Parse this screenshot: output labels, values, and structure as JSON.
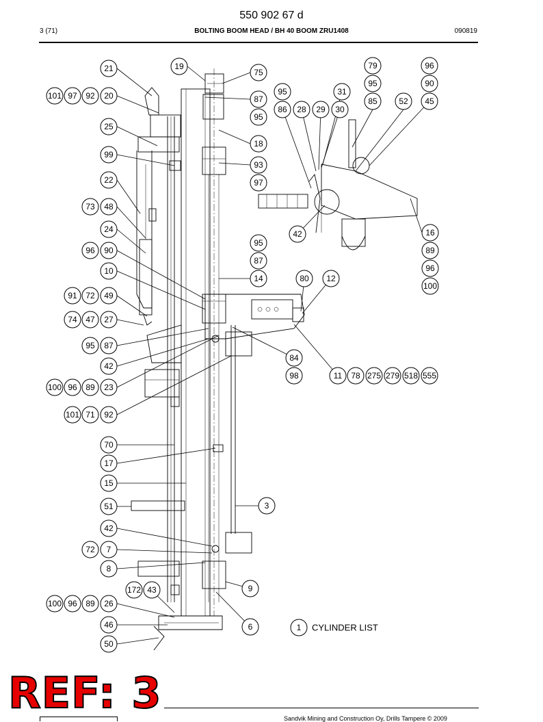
{
  "header": {
    "doc_number": "550 902 67 d",
    "page": "3 (71)",
    "title": "BOLTING BOOM HEAD / BH 40 BOOM ZRU1408",
    "date": "090819"
  },
  "drawing": {
    "callouts": [
      [
        "21",
        "19",
        "75"
      ],
      [
        "101",
        "97",
        "92",
        "20"
      ],
      [
        "87",
        "95"
      ],
      [
        "25"
      ],
      [
        "18"
      ],
      [
        "99"
      ],
      [
        "93",
        "97"
      ],
      [
        "22"
      ],
      [
        "73",
        "48"
      ],
      [
        "24"
      ],
      [
        "96",
        "90"
      ],
      [
        "95",
        "87"
      ],
      [
        "10"
      ],
      [
        "14"
      ],
      [
        "91",
        "72",
        "49"
      ],
      [
        "74",
        "47",
        "27"
      ],
      [
        "95",
        "87"
      ],
      [
        "42"
      ],
      [
        "100",
        "96",
        "89",
        "23"
      ],
      [
        "101",
        "71",
        "92"
      ],
      [
        "70"
      ],
      [
        "17"
      ],
      [
        "15"
      ],
      [
        "51"
      ],
      [
        "3"
      ],
      [
        "42"
      ],
      [
        "72",
        "7"
      ],
      [
        "8"
      ],
      [
        "172",
        "43"
      ],
      [
        "9"
      ],
      [
        "100",
        "96",
        "89",
        "26"
      ],
      [
        "46"
      ],
      [
        "6"
      ],
      [
        "50"
      ],
      [
        "79",
        "96"
      ],
      [
        "95",
        "90"
      ],
      [
        "95",
        "31"
      ],
      [
        "85",
        "52",
        "45"
      ],
      [
        "86",
        "28",
        "29",
        "30"
      ],
      [
        "42"
      ],
      [
        "16",
        "89",
        "96",
        "100"
      ],
      [
        "80",
        "12"
      ],
      [
        "84",
        "98"
      ],
      [
        "11",
        "78",
        "275",
        "279",
        "518",
        "555"
      ],
      [
        "1"
      ]
    ],
    "cylinder_list_label": "CYLINDER LIST"
  },
  "footer": {
    "ref_stamp": "REF: 3",
    "copyright": "Sandvik Mining and Construction Oy, Drills Tampere © 2009"
  }
}
